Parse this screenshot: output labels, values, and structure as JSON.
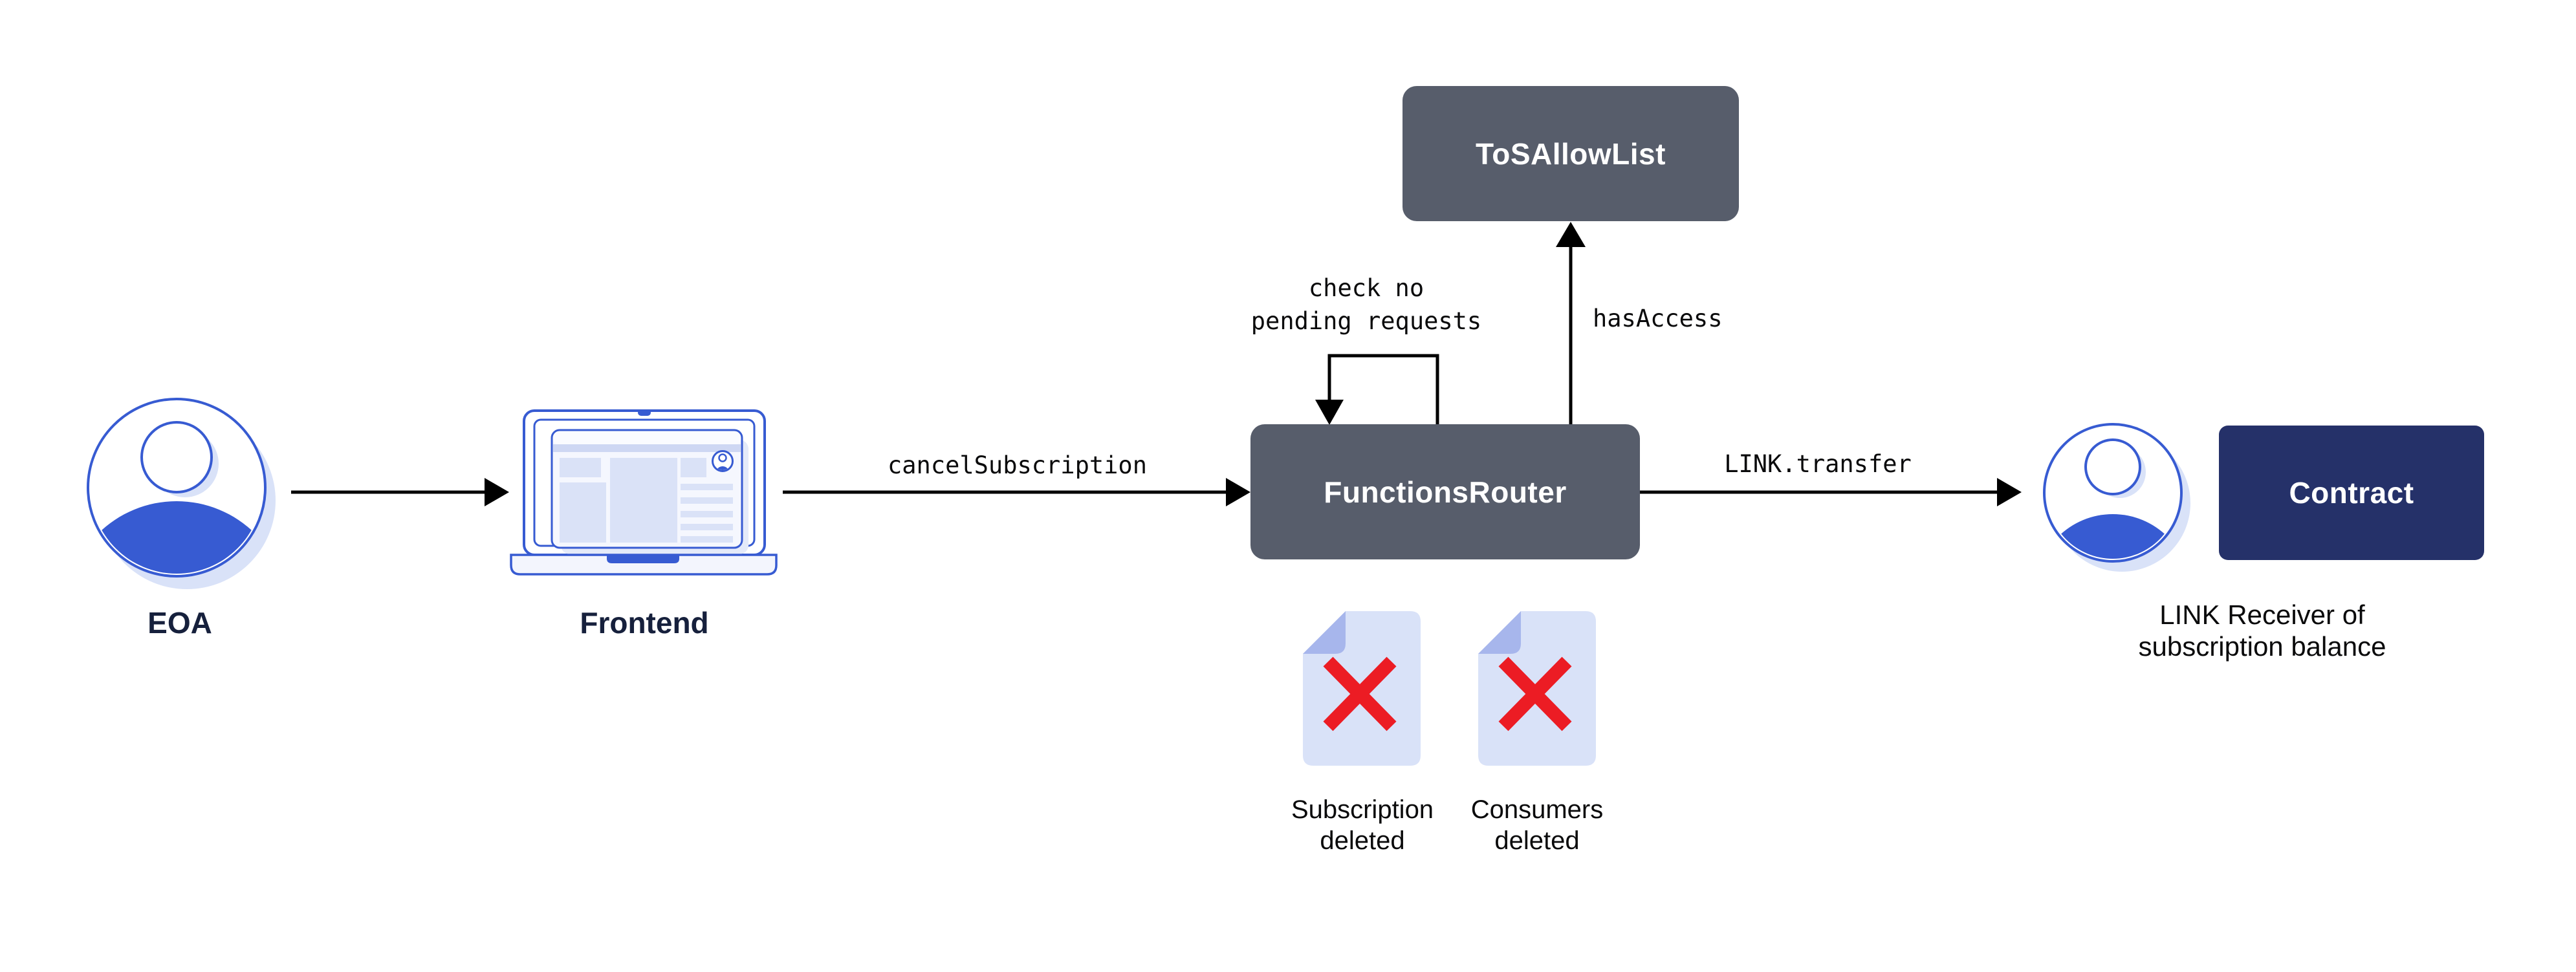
{
  "diagram": {
    "nodes": {
      "eoa": {
        "label": "EOA"
      },
      "frontend": {
        "label": "Frontend"
      },
      "functions_router": {
        "label": "FunctionsRouter"
      },
      "tos_allow_list": {
        "label": "ToSAllowList"
      },
      "contract": {
        "label": "Contract"
      },
      "link_receiver": {
        "caption_line1": "LINK Receiver of",
        "caption_line2": "subscription balance"
      }
    },
    "edge_labels": {
      "frontend_to_router": "cancelSubscription",
      "self_check_line1": "check no",
      "self_check_line2": "pending requests",
      "router_to_tos": "hasAccess",
      "router_to_receiver": "LINK.transfer"
    },
    "deleted_items": {
      "subscription": {
        "line1": "Subscription",
        "line2": "deleted"
      },
      "consumers": {
        "line1": "Consumers",
        "line2": "deleted"
      }
    },
    "colors": {
      "box_slate": "#575D6B",
      "box_navy": "#253169",
      "brand_blue": "#375BD2",
      "light_blue": "#D9E2F8",
      "shadow_blue": "#E4EAF9",
      "panel_fill": "#F5F7FE",
      "block_fill": "#DAE2F7",
      "strip_fill": "#CED7F3",
      "fold_blue": "#A7B6EC",
      "delete_red": "#EC1C24",
      "label_dark": "#16203C",
      "text_black": "#0A0A0B",
      "line_black": "#000000"
    }
  }
}
